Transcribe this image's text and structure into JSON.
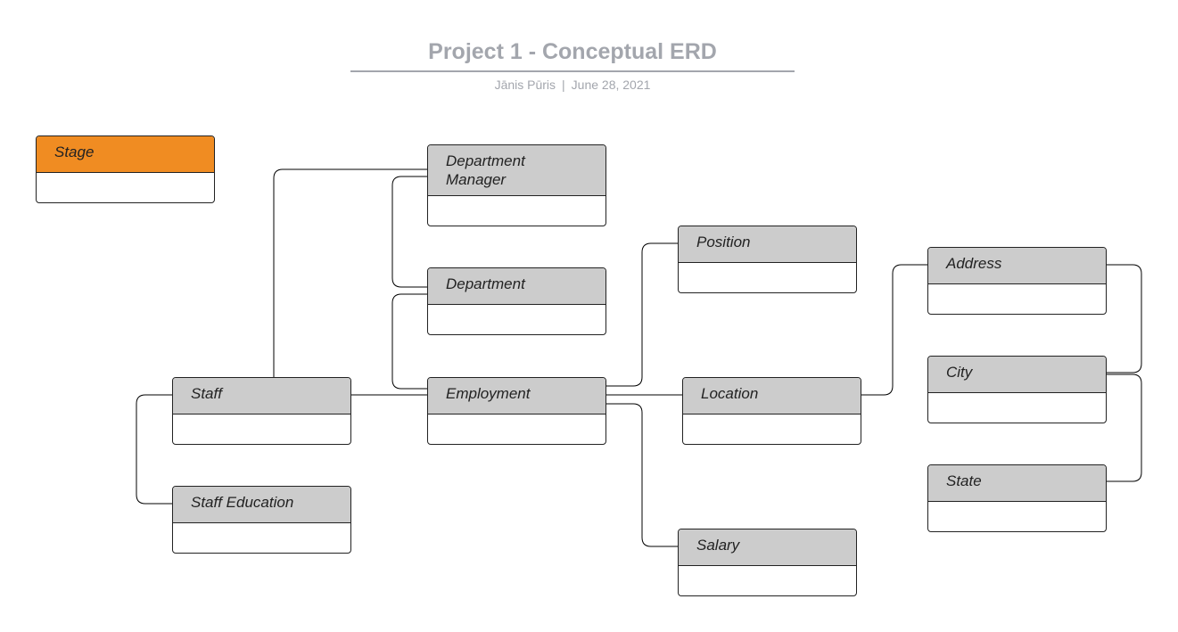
{
  "header": {
    "title": "Project 1 - Conceptual ERD",
    "author": "Jānis Pūris",
    "separator": "|",
    "date": "June 28, 2021"
  },
  "colors": {
    "stage_header": "#f08c22",
    "entity_header": "#cccccc",
    "title_text": "#a3a6ad"
  },
  "entities": {
    "stage": "Stage",
    "department_manager": "Department\nManager",
    "department": "Department",
    "position": "Position",
    "address": "Address",
    "city": "City",
    "state": "State",
    "staff": "Staff",
    "employment": "Employment",
    "location": "Location",
    "staff_education": "Staff Education",
    "salary": "Salary"
  },
  "relationships": [
    [
      "staff",
      "department_manager"
    ],
    [
      "staff",
      "employment"
    ],
    [
      "staff",
      "staff_education"
    ],
    [
      "department_manager",
      "department"
    ],
    [
      "department",
      "employment"
    ],
    [
      "employment",
      "position"
    ],
    [
      "employment",
      "location"
    ],
    [
      "employment",
      "salary"
    ],
    [
      "location",
      "address"
    ],
    [
      "address",
      "city"
    ],
    [
      "city",
      "state"
    ]
  ]
}
